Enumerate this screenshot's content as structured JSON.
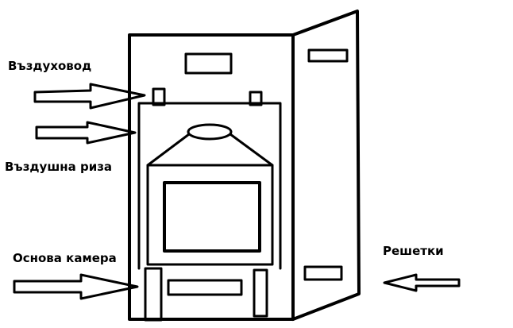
{
  "labels": {
    "air_duct": "Въздуховод",
    "air_jacket": "Въздушна риза",
    "base_chamber": "Основа камера",
    "grilles": "Решетки"
  },
  "colors": {
    "stroke": "#000000",
    "background": "#ffffff"
  }
}
